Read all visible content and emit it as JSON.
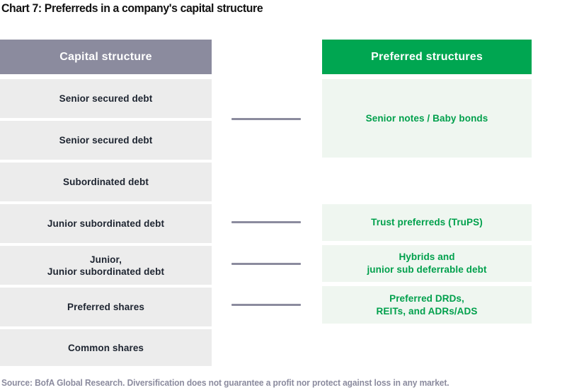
{
  "chart_data": {
    "type": "diagram",
    "title": "Chart 7: Preferreds in a company's capital structure",
    "source": "Source: BofA Global Research. Diversification does not guarantee a profit nor protect against loss in any market.",
    "columns": [
      {
        "key": "capital_structure",
        "header": "Capital structure",
        "header_bg": "#8B8B9E",
        "header_text_color": "#FFFFFF",
        "row_bg": "#ECECEC",
        "row_text_color": "#1D2430",
        "rows": [
          {
            "label": "Senior secured debt",
            "lines": [
              "Senior secured debt"
            ]
          },
          {
            "label": "Senior secured debt",
            "lines": [
              "Senior secured debt"
            ]
          },
          {
            "label": "Subordinated debt",
            "lines": [
              "Subordinated debt"
            ]
          },
          {
            "label": "Junior subordinated debt",
            "lines": [
              "Junior subordinated debt"
            ]
          },
          {
            "label": "Junior, Junior subordinated debt",
            "lines": [
              "Junior,",
              "Junior subordinated debt"
            ]
          },
          {
            "label": "Preferred shares",
            "lines": [
              "Preferred shares"
            ]
          },
          {
            "label": "Common shares",
            "lines": [
              "Common shares"
            ]
          }
        ]
      },
      {
        "key": "preferred_structures",
        "header": "Preferred structures",
        "header_bg": "#00A651",
        "header_text_color": "#FFFFFF",
        "row_bg": "#EFF6F0",
        "row_text_color": "#00A04C",
        "rows": [
          {
            "label": "Senior notes / Baby bonds",
            "lines": [
              "Senior notes / Baby bonds"
            ]
          },
          {
            "label": "Trust preferreds (TruPS)",
            "lines": [
              "Trust preferreds (TruPS)"
            ]
          },
          {
            "label": "Hybrids and junior sub deferrable debt",
            "lines": [
              "Hybrids and",
              "junior sub deferrable debt"
            ]
          },
          {
            "label": "Preferred DRDs, REITs, and ADRs/ADS",
            "lines": [
              "Preferred DRDs,",
              "REITs, and ADRs/ADS"
            ]
          }
        ]
      }
    ],
    "connectors": [
      {
        "from": "Senior secured debt (row 1)",
        "to": "Senior notes / Baby bonds"
      },
      {
        "from": "Junior subordinated debt",
        "to": "Trust preferreds (TruPS)"
      },
      {
        "from": "Junior, Junior subordinated debt",
        "to": "Hybrids and junior sub deferrable debt"
      },
      {
        "from": "Preferred shares",
        "to": "Preferred DRDs, REITs, and ADRs/ADS"
      }
    ],
    "connector_color": "#8B8B9E"
  },
  "title": "Chart 7: Preferreds in a company's capital structure",
  "source": "Source: BofA Global Research. Diversification does not guarantee a profit nor protect against loss in any market.",
  "left": {
    "header": "Capital structure",
    "rows": [
      {
        "line1": "Senior secured debt",
        "line2": ""
      },
      {
        "line1": "Senior secured debt",
        "line2": ""
      },
      {
        "line1": "Subordinated debt",
        "line2": ""
      },
      {
        "line1": "Junior subordinated debt",
        "line2": ""
      },
      {
        "line1": "Junior,",
        "line2": "Junior subordinated debt"
      },
      {
        "line1": "Preferred shares",
        "line2": ""
      },
      {
        "line1": "Common shares",
        "line2": ""
      }
    ]
  },
  "right": {
    "header": "Preferred structures",
    "boxes": [
      {
        "line1": "Senior notes / Baby bonds",
        "line2": ""
      },
      {
        "line1": "Trust preferreds (TruPS)",
        "line2": ""
      },
      {
        "line1": "Hybrids and",
        "line2": "junior sub deferrable debt"
      },
      {
        "line1": "Preferred DRDs,",
        "line2": "REITs, and ADRs/ADS"
      }
    ]
  }
}
